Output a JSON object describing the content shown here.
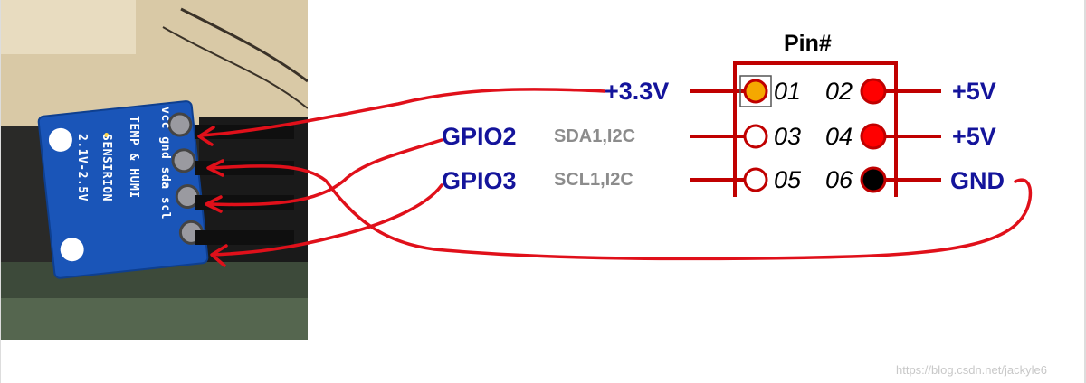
{
  "header": {
    "title": "Pin#"
  },
  "sensor": {
    "lines": [
      "vcc gnd sda scl",
      "TEMP & HUMI",
      "SENSIRION",
      "2.1V-2.5V"
    ]
  },
  "left_labels": {
    "v33": "+3.3V",
    "gpio2": "GPIO2",
    "gpio2_func": "SDA1,I2C",
    "gpio3": "GPIO3",
    "gpio3_func": "SCL1,I2C"
  },
  "pins": [
    {
      "num": "01",
      "fill": "#f5a800"
    },
    {
      "num": "02",
      "fill": "#ff0000"
    },
    {
      "num": "03",
      "fill": "#ffffff"
    },
    {
      "num": "04",
      "fill": "#ff0000"
    },
    {
      "num": "05",
      "fill": "#ffffff"
    },
    {
      "num": "06",
      "fill": "#000000"
    }
  ],
  "right_labels": {
    "r1": "+5V",
    "r2": "+5V",
    "r3": "GND"
  },
  "watermark": "https://blog.csdn.net/jackyle6",
  "colors": {
    "wire": "#e0101a",
    "label_blue": "#14149b",
    "board_blue": "#1a55b8",
    "header_red": "#c00000"
  }
}
